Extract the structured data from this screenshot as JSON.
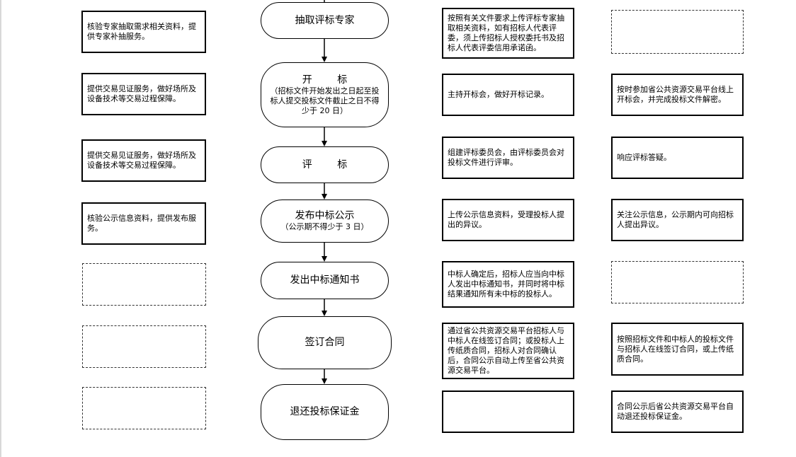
{
  "flow_steps": [
    {
      "label": "抽取评标专家",
      "sub": ""
    },
    {
      "label": "开        标",
      "sub": "（招标文件开始发出之日起至投标人提交投标文件截止之日不得少于 20 日）"
    },
    {
      "label": "评        标",
      "sub": ""
    },
    {
      "label": "发布中标公示",
      "sub": "（公示期不得少于 3 日）"
    },
    {
      "label": "发出中标通知书",
      "sub": ""
    },
    {
      "label": "签订合同",
      "sub": ""
    },
    {
      "label": "退还投标保证金",
      "sub": ""
    }
  ],
  "col1": [
    "核验专家抽取需求相关资料，提供专家补抽服务。",
    "提供交易见证服务，做好场所及设备技术等交易过程保障。",
    "提供交易见证服务，做好场所及设备技术等交易过程保障。",
    "核验公示信息资料，提供发布服务。",
    "",
    "",
    ""
  ],
  "col3": [
    "按照有关文件要求上传评标专家抽取相关资料，如有招标人代表评委，须上传招标人授权委托书及招标人代表评委信用承诺函。",
    "主持开标会，做好开标记录。",
    "组建评标委员会，由评标委员会对投标文件进行评审。",
    "上传公示信息资料，受理投标人提出的异议。",
    "中标人确定后，招标人应当向中标人发出中标通知书，并同时将中标结果通知所有未中标的投标人。",
    "通过省公共资源交易平台招标人与中标人在线签订合同；或投标人上传纸质合同，招标人对合同确认后，合同公示自动上传至省公共资源交易平台。",
    ""
  ],
  "col4": [
    "",
    "按时参加省公共资源交易平台线上开标会，并完成投标文件解密。",
    "响应评标答疑。",
    "关注公示信息，公示期内可向招标人提出异议。",
    "",
    "按照招标文件和中标人的投标文件与招标人在线签订合同，或上传纸质合同。",
    "合同公示后省公共资源交易平台自动退还投标保证金。"
  ]
}
